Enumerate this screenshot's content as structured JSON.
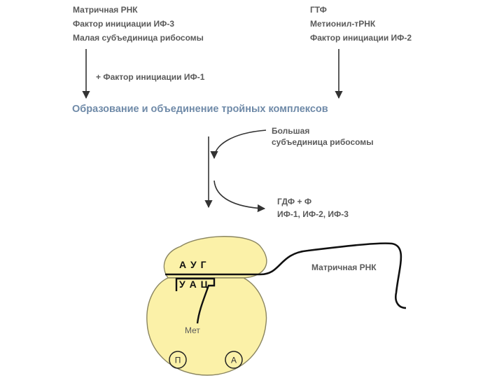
{
  "left_inputs": [
    "Матричная РНК",
    "Фактор инициации ИФ-3",
    "Малая субъединица рибосомы"
  ],
  "right_inputs": [
    "ГТФ",
    "Метионил-тРНК",
    "Фактор инициации ИФ-2"
  ],
  "left_arrow_label": "+ Фактор инициации ИФ-1",
  "title": "Образование и объединение тройных комплексов",
  "large_subunit_label": [
    "Большая",
    "субъединица рибосомы"
  ],
  "output_label": [
    "ГДФ + Ф",
    "ИФ-1, ИФ-2, ИФ-3"
  ],
  "codon": "А У Г",
  "anticodon": "У А Ц",
  "mrna_label": "Матричная РНК",
  "met_label": "Мет",
  "site_p": "П",
  "site_a": "А",
  "colors": {
    "subunit_fill": "#fbf1a8",
    "subunit_stroke": "#8a8560",
    "title": "#6f8aa8",
    "label": "#5a5a5a"
  }
}
